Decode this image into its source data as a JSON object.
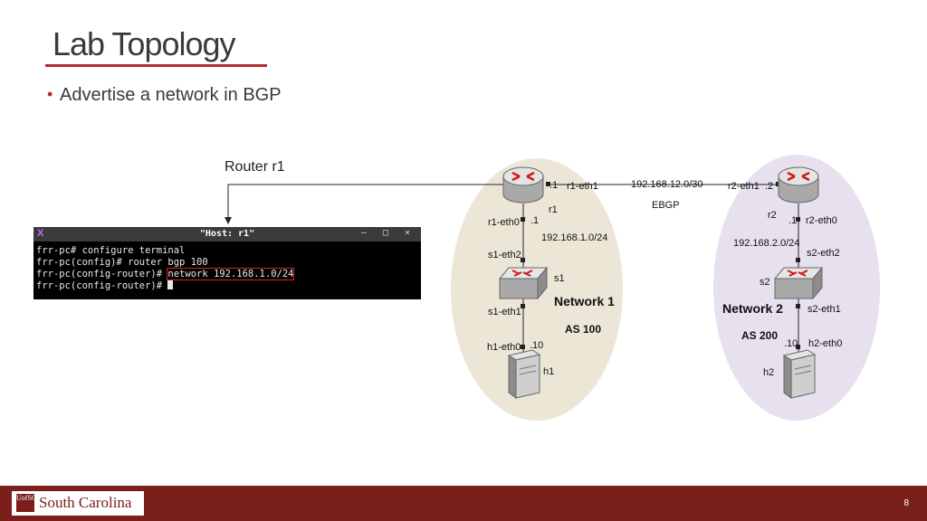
{
  "slide": {
    "title": "Lab Topology",
    "bullet": "Advertise a network in BGP",
    "callout": "Router r1",
    "page_number": "8"
  },
  "terminal": {
    "app_icon": "X",
    "host_title": "\"Host: r1\"",
    "window_controls": "– □ ×",
    "lines": [
      "frr-pc# configure terminal",
      "frr-pc(config)# router bgp 100",
      "frr-pc(config-router)# ",
      "frr-pc(config-router)# "
    ],
    "highlighted_command": "network 192.168.1.0/24"
  },
  "topology": {
    "network1": {
      "name": "Network 1",
      "as": "AS 100",
      "color": "#ece6d6"
    },
    "network2": {
      "name": "Network 2",
      "as": "AS 200",
      "color": "#e6e0ef"
    },
    "link_r1_r2": {
      "subnet": "192.168.12.0/30",
      "protocol": "EBGP"
    },
    "r1": {
      "name": "r1",
      "eth1_label": "r1-eth1",
      "eth1_ip": ".1",
      "eth0_label": "r1-eth0",
      "eth0_ip": ".1"
    },
    "r2": {
      "name": "r2",
      "eth1_label": "r2-eth1",
      "eth1_ip": ".2",
      "eth0_label": "r2-eth0",
      "eth0_ip": ".1"
    },
    "subnet1": "192.168.1.0/24",
    "subnet2": "192.168.2.0/24",
    "s1": {
      "name": "s1",
      "eth2_label": "s1-eth2",
      "eth1_label": "s1-eth1"
    },
    "s2": {
      "name": "s2",
      "eth2_label": "s2-eth2",
      "eth1_label": "s2-eth1"
    },
    "h1": {
      "name": "h1",
      "eth0_label": "h1-eth0",
      "ip": ".10"
    },
    "h2": {
      "name": "h2",
      "eth0_label": "h2-eth0",
      "ip": ".10"
    }
  },
  "footer": {
    "logo_mark": "UofSC",
    "logo_text": "South Carolina",
    "brand_color": "#7a1f1a"
  }
}
